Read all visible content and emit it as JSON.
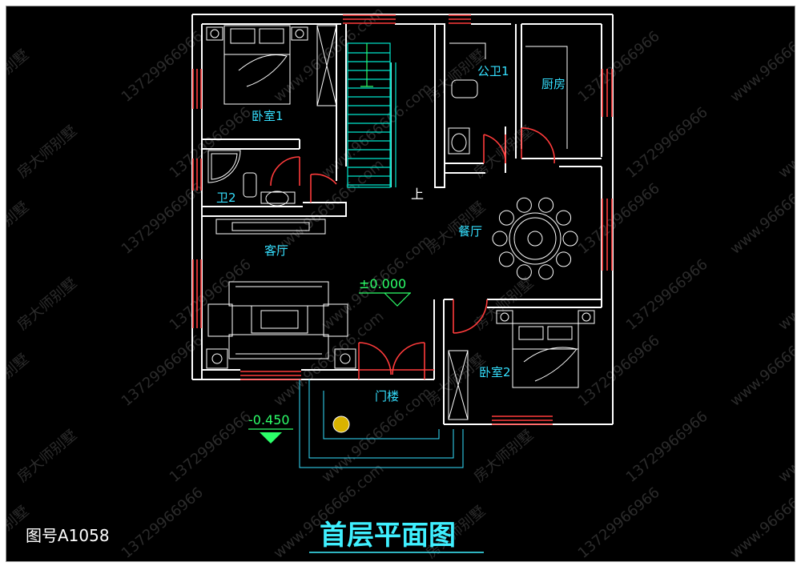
{
  "title": "首层平面图",
  "drawing_number": "图号A1058",
  "rooms": {
    "bedroom1": "卧室1",
    "bath2": "卫2",
    "public_bath1": "公卫1",
    "kitchen": "厨房",
    "living_room": "客厅",
    "dining_room": "餐厅",
    "bedroom2": "卧室2",
    "entrance": "门楼"
  },
  "stair_label": "上",
  "elevations": {
    "indoor": "±0.000",
    "outdoor": "-0.450"
  },
  "watermarks": [
    "房大师别墅",
    "13729966966",
    "www.9666666.com"
  ],
  "colors": {
    "background": "#000000",
    "wall": "#ffffff",
    "window": "#ff3b3b",
    "door": "#ff3b3b",
    "stair": "#00e5cc",
    "furniture": "#ffffff",
    "label": "#35e0ff",
    "title": "#3ff0ff",
    "level": "#2cff6a"
  }
}
